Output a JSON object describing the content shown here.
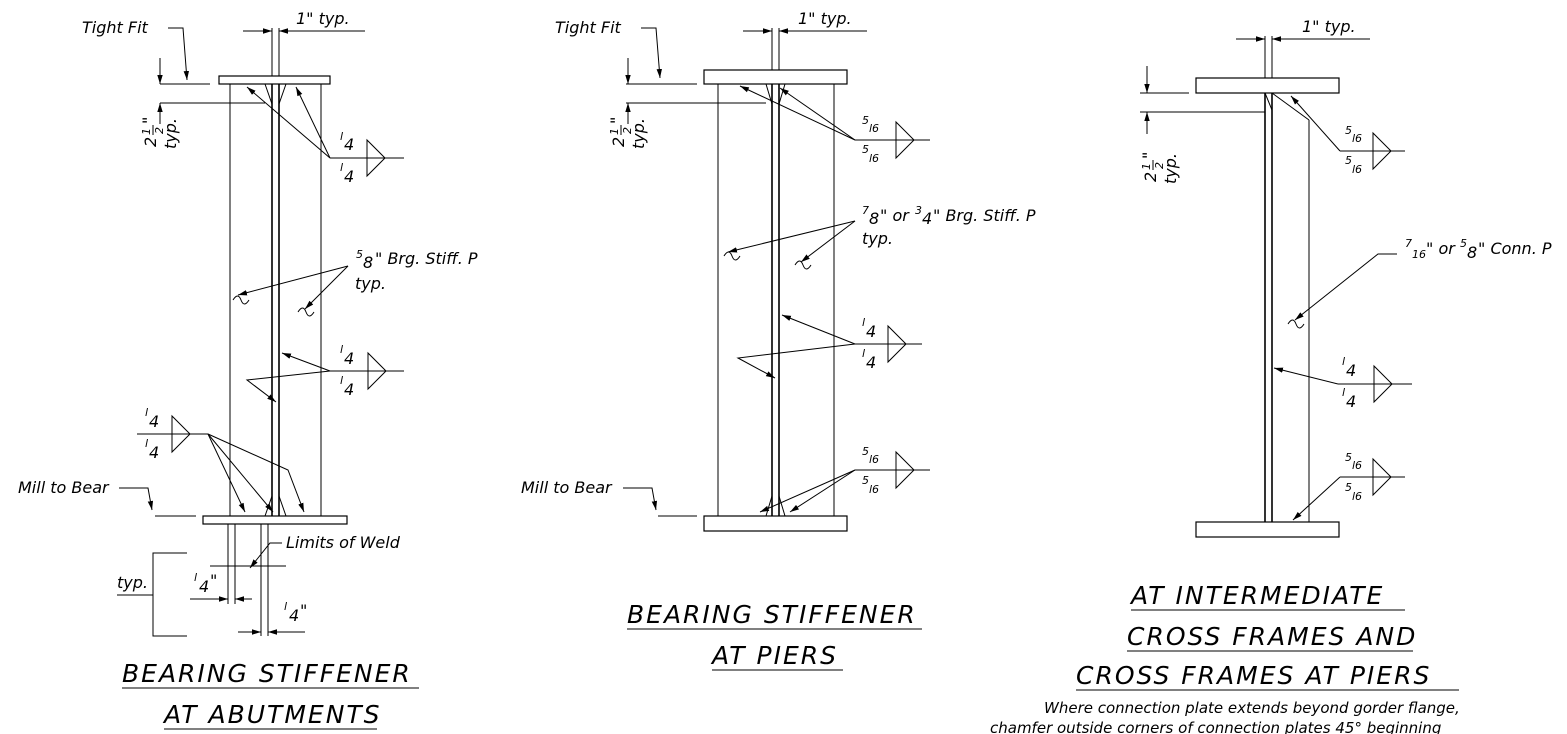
{
  "labels": {
    "tight_fit": "Tight Fit",
    "one_inch_typ": "1\" typ.",
    "two_half": "2",
    "half": "1",
    "half_den": "2",
    "inch_mark": "\"",
    "typ": "typ.",
    "quarter": "4",
    "one": "1",
    "five": "5",
    "sixteen": "16",
    "seven": "7",
    "three": "3",
    "eight": "8",
    "five_eighths_brg": "\" Brg. Stiff. P",
    "brg_stiff_or": "\" or",
    "brg_stiff_tail": "\" Brg. Stiff. P",
    "conn_or": "\" or",
    "conn_tail": "\" Conn. P",
    "mill_to_bear": "Mill to Bear",
    "limits_of_weld": "Limits of Weld",
    "quarter_inch": "\""
  },
  "titles": {
    "abutments_1": "BEARING STIFFENER",
    "abutments_2": "AT ABUTMENTS",
    "piers_1": "BEARING STIFFENER",
    "piers_2": "AT PIERS",
    "intermediate_1": "AT INTERMEDIATE",
    "intermediate_2": "CROSS FRAMES AND",
    "intermediate_3": "CROSS FRAMES AT PIERS"
  },
  "note": {
    "line1": "Where connection plate extends beyond gorder flange,",
    "line2": "chamfer outside corners of connection plates 45° beginning"
  },
  "colors": {
    "ink": "#000000",
    "paper": "#ffffff"
  }
}
